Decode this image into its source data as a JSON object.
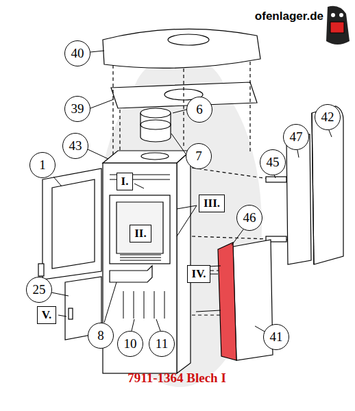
{
  "diagram": {
    "caption": "7911-1364 Blech I",
    "nodes": [
      {
        "text": [
          "40"
        ]
      },
      {
        "text": [
          "42"
        ]
      },
      {
        "text": [
          "39"
        ]
      },
      {
        "text": [
          "6"
        ]
      },
      {
        "text": [
          "47"
        ]
      },
      {
        "text": [
          "43"
        ]
      },
      {
        "text": [
          "7"
        ]
      },
      {
        "text": [
          "45"
        ]
      },
      {
        "text": [
          "1"
        ]
      },
      {
        "text": [
          "I."
        ]
      },
      {
        "text": [
          "III."
        ]
      },
      {
        "text": [
          "46"
        ]
      },
      {
        "text": [
          "II."
        ]
      },
      {
        "text": [
          "IV."
        ]
      },
      {
        "text": [
          "25"
        ]
      },
      {
        "text": [
          "V."
        ]
      },
      {
        "text": [
          "8"
        ]
      },
      {
        "text": [
          "41"
        ]
      },
      {
        "text": [
          "10"
        ]
      },
      {
        "text": [
          "11"
        ]
      }
    ],
    "edges": [],
    "labels": [
      "ofenlager.de"
    ]
  }
}
